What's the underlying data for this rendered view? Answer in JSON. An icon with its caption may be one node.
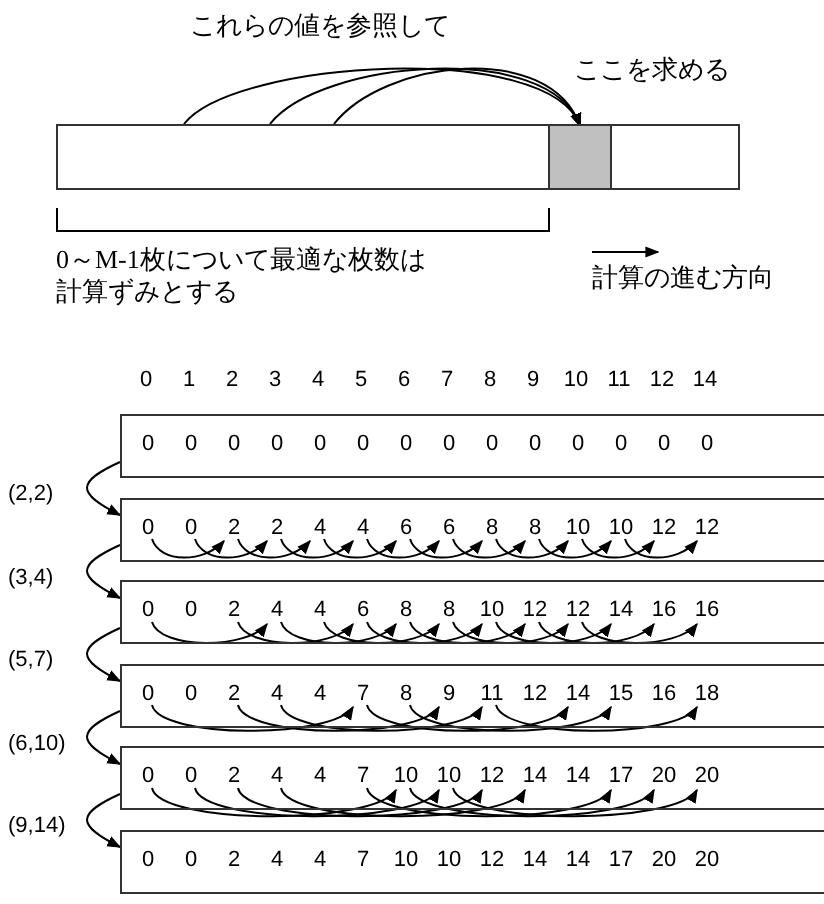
{
  "diagram": {
    "nodes": [
      {
        "text": [],
        "shape": "box"
      },
      {
        "text": [],
        "shape": "box",
        "in": 0
      },
      {
        "text": [],
        "shape": "box"
      },
      {
        "text": [
          "0"
        ],
        "in": 2
      },
      {
        "text": [
          "0"
        ],
        "in": 2
      },
      {
        "text": [
          "0"
        ],
        "in": 2
      },
      {
        "text": [
          "0"
        ],
        "in": 2
      },
      {
        "text": [
          "0"
        ],
        "in": 2
      },
      {
        "text": [
          "0"
        ],
        "in": 2
      },
      {
        "text": [
          "0"
        ],
        "in": 2
      },
      {
        "text": [
          "0"
        ],
        "in": 2
      },
      {
        "text": [
          "0"
        ],
        "in": 2
      },
      {
        "text": [
          "0"
        ],
        "in": 2
      },
      {
        "text": [
          "0"
        ],
        "in": 2
      },
      {
        "text": [
          "0"
        ],
        "in": 2
      },
      {
        "text": [
          "0"
        ],
        "in": 2
      },
      {
        "text": [
          "0"
        ],
        "in": 2
      },
      {
        "text": [],
        "shape": "box"
      },
      {
        "text": [
          "0"
        ],
        "in": 17
      },
      {
        "text": [
          "0"
        ],
        "in": 17
      },
      {
        "text": [
          "2"
        ],
        "in": 17
      },
      {
        "text": [
          "2"
        ],
        "in": 17
      },
      {
        "text": [
          "4"
        ],
        "in": 17
      },
      {
        "text": [
          "4"
        ],
        "in": 17
      },
      {
        "text": [
          "6"
        ],
        "in": 17
      },
      {
        "text": [
          "6"
        ],
        "in": 17
      },
      {
        "text": [
          "8"
        ],
        "in": 17
      },
      {
        "text": [
          "8"
        ],
        "in": 17
      },
      {
        "text": [
          "10"
        ],
        "in": 17
      },
      {
        "text": [
          "10"
        ],
        "in": 17
      },
      {
        "text": [
          "12"
        ],
        "in": 17
      },
      {
        "text": [
          "12"
        ],
        "in": 17
      },
      {
        "text": [],
        "shape": "box"
      },
      {
        "text": [
          "0"
        ],
        "in": 32
      },
      {
        "text": [
          "0"
        ],
        "in": 32
      },
      {
        "text": [
          "2"
        ],
        "in": 32
      },
      {
        "text": [
          "4"
        ],
        "in": 32
      },
      {
        "text": [
          "4"
        ],
        "in": 32
      },
      {
        "text": [
          "6"
        ],
        "in": 32
      },
      {
        "text": [
          "8"
        ],
        "in": 32
      },
      {
        "text": [
          "8"
        ],
        "in": 32
      },
      {
        "text": [
          "10"
        ],
        "in": 32
      },
      {
        "text": [
          "12"
        ],
        "in": 32
      },
      {
        "text": [
          "12"
        ],
        "in": 32
      },
      {
        "text": [
          "14"
        ],
        "in": 32
      },
      {
        "text": [
          "16"
        ],
        "in": 32
      },
      {
        "text": [
          "16"
        ],
        "in": 32
      },
      {
        "text": [],
        "shape": "box"
      },
      {
        "text": [
          "0"
        ],
        "in": 47
      },
      {
        "text": [
          "0"
        ],
        "in": 47
      },
      {
        "text": [
          "2"
        ],
        "in": 47
      },
      {
        "text": [
          "4"
        ],
        "in": 47
      },
      {
        "text": [
          "4"
        ],
        "in": 47
      },
      {
        "text": [
          "7"
        ],
        "in": 47
      },
      {
        "text": [
          "8"
        ],
        "in": 47
      },
      {
        "text": [
          "9"
        ],
        "in": 47
      },
      {
        "text": [
          "11"
        ],
        "in": 47
      },
      {
        "text": [
          "12"
        ],
        "in": 47
      },
      {
        "text": [
          "14"
        ],
        "in": 47
      },
      {
        "text": [
          "15"
        ],
        "in": 47
      },
      {
        "text": [
          "16"
        ],
        "in": 47
      },
      {
        "text": [
          "18"
        ],
        "in": 47
      },
      {
        "text": [],
        "shape": "box"
      },
      {
        "text": [
          "0"
        ],
        "in": 62
      },
      {
        "text": [
          "0"
        ],
        "in": 62
      },
      {
        "text": [
          "2"
        ],
        "in": 62
      },
      {
        "text": [
          "4"
        ],
        "in": 62
      },
      {
        "text": [
          "4"
        ],
        "in": 62
      },
      {
        "text": [
          "7"
        ],
        "in": 62
      },
      {
        "text": [
          "10"
        ],
        "in": 62
      },
      {
        "text": [
          "10"
        ],
        "in": 62
      },
      {
        "text": [
          "12"
        ],
        "in": 62
      },
      {
        "text": [
          "14"
        ],
        "in": 62
      },
      {
        "text": [
          "14"
        ],
        "in": 62
      },
      {
        "text": [
          "17"
        ],
        "in": 62
      },
      {
        "text": [
          "20"
        ],
        "in": 62
      },
      {
        "text": [
          "20"
        ],
        "in": 62
      },
      {
        "text": [],
        "shape": "box"
      },
      {
        "text": [
          "0"
        ],
        "in": 77
      },
      {
        "text": [
          "0"
        ],
        "in": 77
      },
      {
        "text": [
          "2"
        ],
        "in": 77
      },
      {
        "text": [
          "4"
        ],
        "in": 77
      },
      {
        "text": [
          "4"
        ],
        "in": 77
      },
      {
        "text": [
          "7"
        ],
        "in": 77
      },
      {
        "text": [
          "10"
        ],
        "in": 77
      },
      {
        "text": [
          "10"
        ],
        "in": 77
      },
      {
        "text": [
          "12"
        ],
        "in": 77
      },
      {
        "text": [
          "14"
        ],
        "in": 77
      },
      {
        "text": [
          "14"
        ],
        "in": 77
      },
      {
        "text": [
          "17"
        ],
        "in": 77
      },
      {
        "text": [
          "20"
        ],
        "in": 77
      },
      {
        "text": [
          "20"
        ],
        "in": 77
      }
    ],
    "edges": [
      {
        "from": 0,
        "to": 1,
        "arrow": "to"
      },
      {
        "from": 0,
        "to": 1,
        "arrow": "to"
      },
      {
        "from": 0,
        "to": 1,
        "arrow": "to"
      },
      {
        "from": 2,
        "to": 17,
        "arrow": "to",
        "label": "(2,2)"
      },
      {
        "from": 17,
        "to": 32,
        "arrow": "to",
        "label": "(3,4)"
      },
      {
        "from": 32,
        "to": 47,
        "arrow": "to",
        "label": "(5,7)"
      },
      {
        "from": 47,
        "to": 62,
        "arrow": "to",
        "label": "(6,10)"
      },
      {
        "from": 62,
        "to": 77,
        "arrow": "to",
        "label": "(9,14)"
      },
      {
        "from": 18,
        "to": 20,
        "arrow": "to"
      },
      {
        "from": 19,
        "to": 21,
        "arrow": "to"
      },
      {
        "from": 20,
        "to": 22,
        "arrow": "to"
      },
      {
        "from": 21,
        "to": 23,
        "arrow": "to"
      },
      {
        "from": 22,
        "to": 24,
        "arrow": "to"
      },
      {
        "from": 23,
        "to": 25,
        "arrow": "to"
      },
      {
        "from": 24,
        "to": 26,
        "arrow": "to"
      },
      {
        "from": 25,
        "to": 27,
        "arrow": "to"
      },
      {
        "from": 26,
        "to": 28,
        "arrow": "to"
      },
      {
        "from": 27,
        "to": 29,
        "arrow": "to"
      },
      {
        "from": 28,
        "to": 30,
        "arrow": "to"
      },
      {
        "from": 29,
        "to": 31,
        "arrow": "to"
      },
      {
        "from": 33,
        "to": 36,
        "arrow": "to"
      },
      {
        "from": 35,
        "to": 38,
        "arrow": "to"
      },
      {
        "from": 36,
        "to": 39,
        "arrow": "to"
      },
      {
        "from": 37,
        "to": 40,
        "arrow": "to"
      },
      {
        "from": 38,
        "to": 41,
        "arrow": "to"
      },
      {
        "from": 39,
        "to": 42,
        "arrow": "to"
      },
      {
        "from": 40,
        "to": 43,
        "arrow": "to"
      },
      {
        "from": 41,
        "to": 44,
        "arrow": "to"
      },
      {
        "from": 42,
        "to": 45,
        "arrow": "to"
      },
      {
        "from": 43,
        "to": 46,
        "arrow": "to"
      },
      {
        "from": 48,
        "to": 53,
        "arrow": "to"
      },
      {
        "from": 50,
        "to": 55,
        "arrow": "to"
      },
      {
        "from": 51,
        "to": 56,
        "arrow": "to"
      },
      {
        "from": 53,
        "to": 58,
        "arrow": "to"
      },
      {
        "from": 54,
        "to": 59,
        "arrow": "to"
      },
      {
        "from": 56,
        "to": 61,
        "arrow": "to"
      },
      {
        "from": 63,
        "to": 69,
        "arrow": "to"
      },
      {
        "from": 64,
        "to": 70,
        "arrow": "to"
      },
      {
        "from": 65,
        "to": 71,
        "arrow": "to"
      },
      {
        "from": 66,
        "to": 72,
        "arrow": "to"
      },
      {
        "from": 68,
        "to": 74,
        "arrow": "to"
      },
      {
        "from": 69,
        "to": 75,
        "arrow": "to"
      },
      {
        "from": 70,
        "to": 76,
        "arrow": "to"
      }
    ],
    "labels": [
      "これらの値を参照して",
      "ここを求める",
      "0～M-1枚について最適な枚数は計算ずみとする",
      "計算の進む方向",
      "0",
      "1",
      "2",
      "3",
      "4",
      "5",
      "6",
      "7",
      "8",
      "9",
      "10",
      "11",
      "12",
      "14"
    ]
  }
}
